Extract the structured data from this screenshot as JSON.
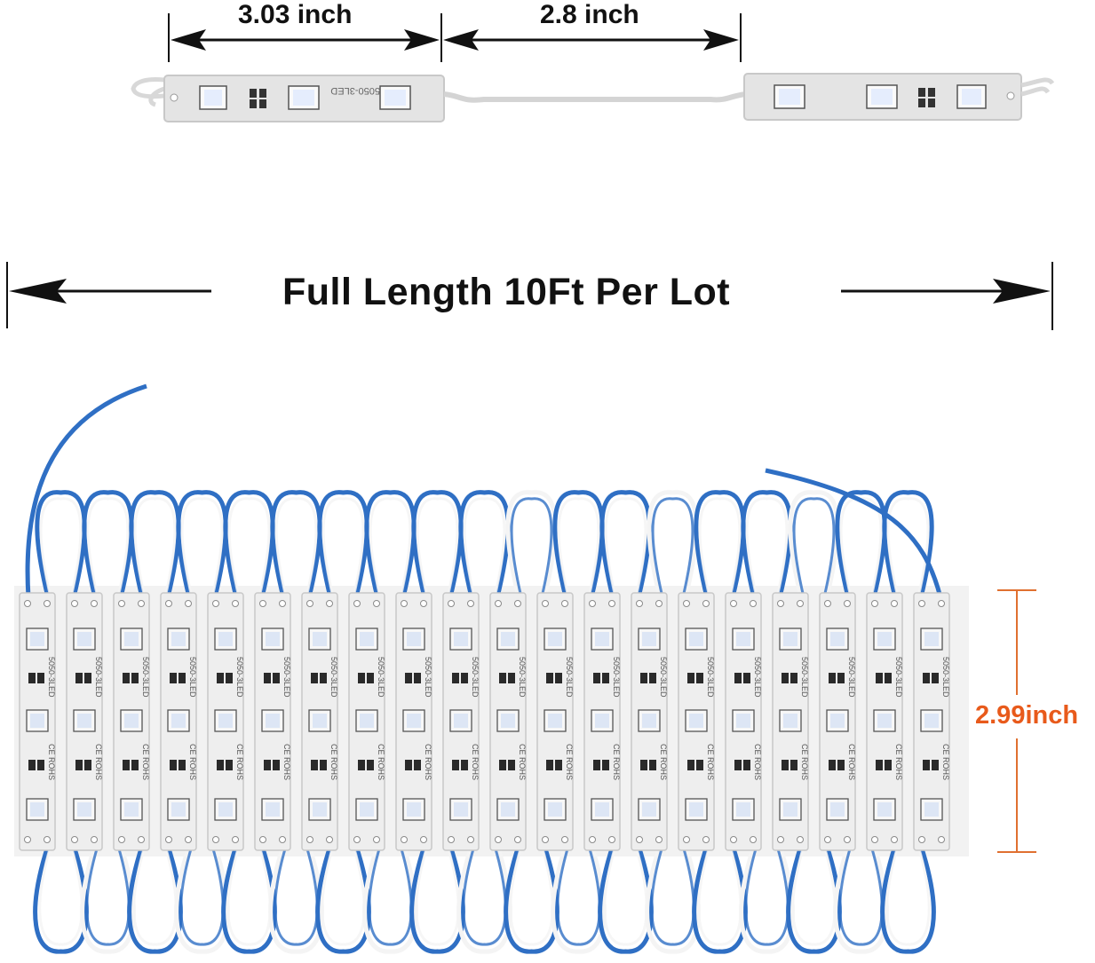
{
  "dimensions": {
    "module_length": "3.03 inch",
    "module_spacing": "2.8 inch",
    "full_length": "Full Length 10Ft Per Lot",
    "module_height": "2.99inch"
  },
  "module_print": {
    "model": "5050-3LED",
    "marks": "CE ROHS"
  },
  "colors": {
    "module_body": "#eeeeee",
    "module_edge": "#c8c8c8",
    "wire_blue": "#2f6fc4",
    "wire_white": "#f4f4f4",
    "led_chip": "#f7f7f7",
    "arrow": "#111111",
    "height_marker": "#e07030",
    "height_label": "#e85a1b"
  },
  "module_count": 20
}
